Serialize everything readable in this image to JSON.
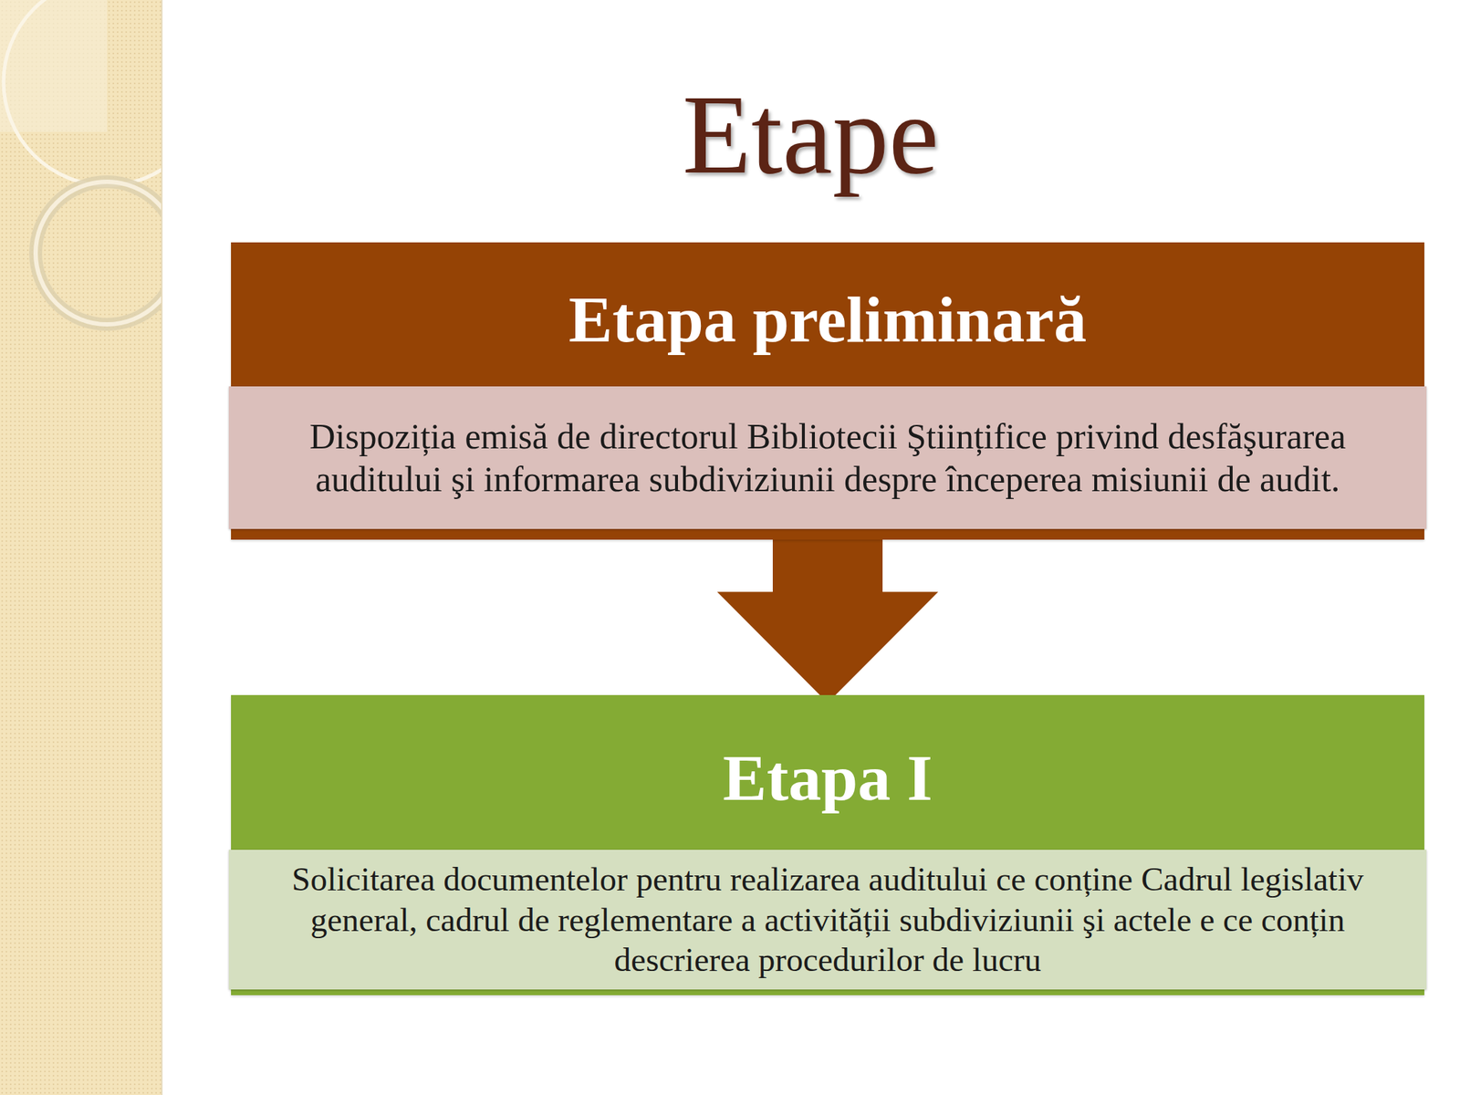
{
  "diagram": {
    "title": "Etape",
    "nodes": [
      {
        "text": [
          "Etapa preliminară"
        ]
      },
      {
        "text": [
          "Dispoziția emisă de directorul Bibliotecii Ştiințifice privind desfăşurarea auditului şi informarea subdiviziunii despre începerea misiunii de audit."
        ],
        "in": 0
      },
      {
        "text": [
          "Etapa I"
        ]
      },
      {
        "text": [
          "Solicitarea documentelor pentru realizarea auditului ce conține Cadrul legislativ general, cadrul de reglementare a activității subdiviziunii şi actele e ce conțin descrierea procedurilor de lucru"
        ],
        "in": 2
      }
    ],
    "edges": [
      {
        "from": 0,
        "to": 2,
        "arrow": "to"
      }
    ]
  }
}
